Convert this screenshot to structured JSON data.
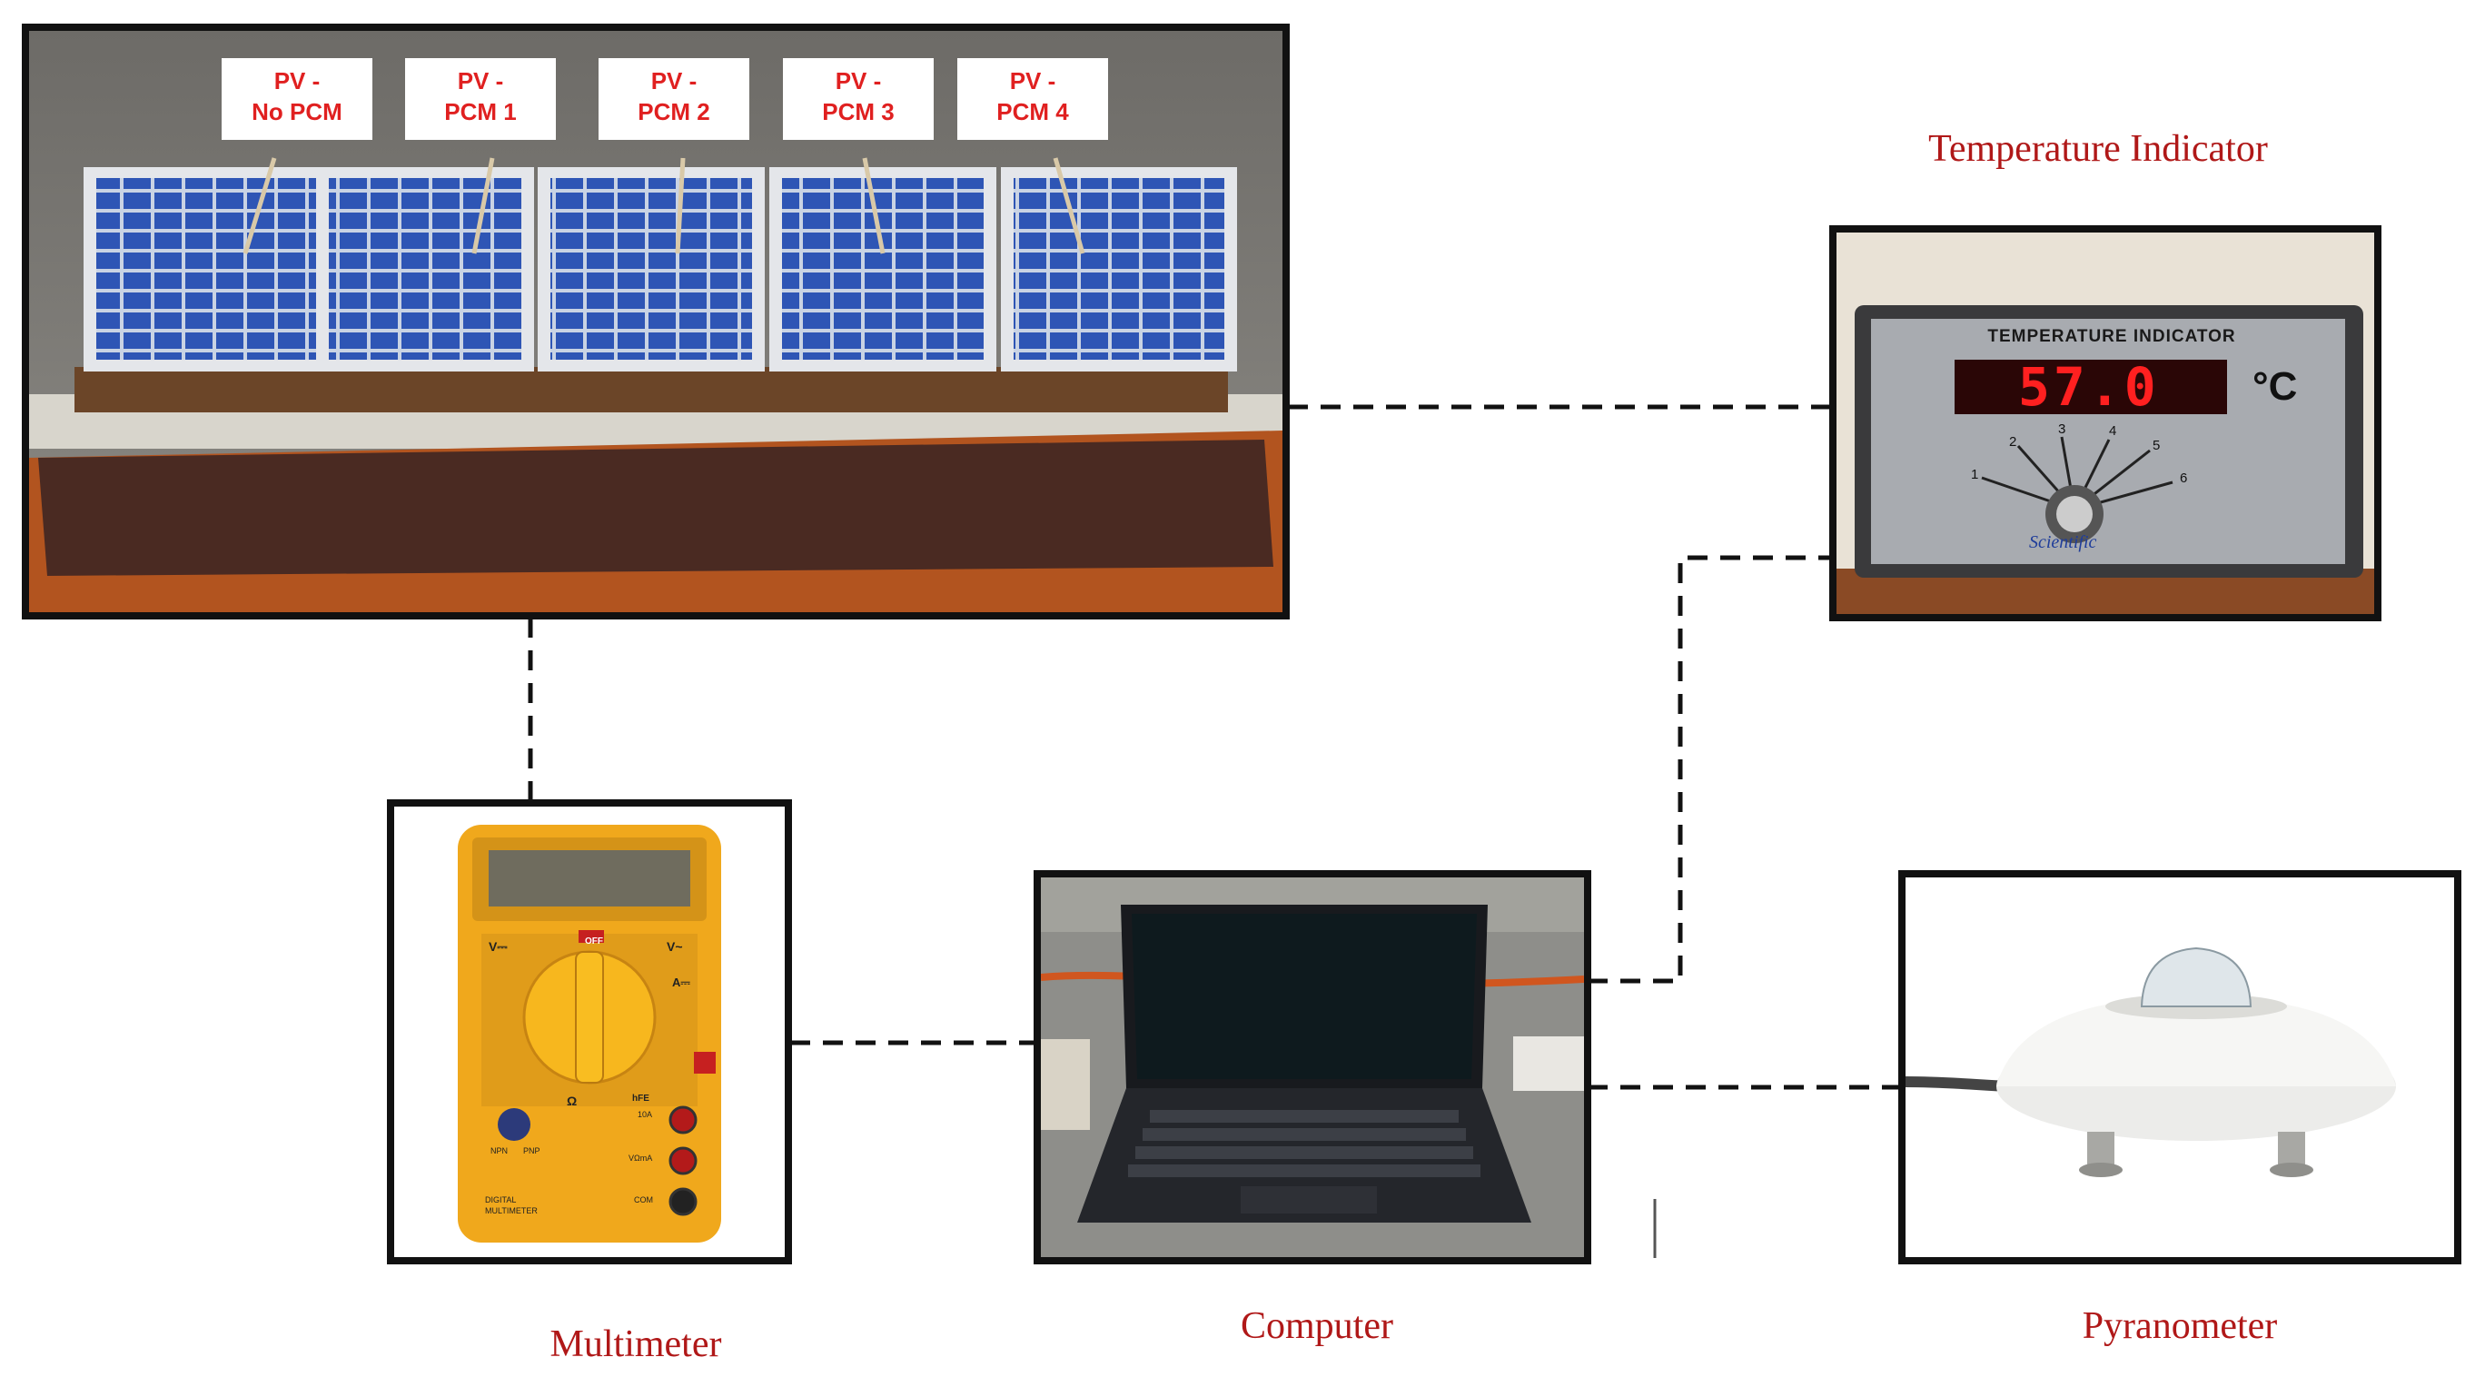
{
  "panels": [
    {
      "line1": "PV -",
      "line2": "No PCM"
    },
    {
      "line1": "PV -",
      "line2": "PCM 1"
    },
    {
      "line1": "PV -",
      "line2": "PCM 2"
    },
    {
      "line1": "PV -",
      "line2": "PCM 3"
    },
    {
      "line1": "PV -",
      "line2": "PCM 4"
    }
  ],
  "captions": {
    "temperature_indicator": "Temperature Indicator",
    "multimeter": "Multimeter",
    "computer": "Computer",
    "pyranometer": "Pyranometer"
  },
  "temperature_device": {
    "face_title": "TEMPERATURE INDICATOR",
    "reading": "57.0",
    "unit": "°C",
    "dial_numbers": [
      "1",
      "2",
      "3",
      "4",
      "5",
      "6"
    ],
    "brand": "Scientific"
  },
  "multimeter_device": {
    "off_label": "OFF",
    "volt_dc": "V⎓",
    "volt_ac": "V~",
    "amp": "A⎓",
    "ohm": "Ω",
    "hfe": "hFE",
    "npn": "NPN",
    "pnp": "PNP",
    "jack_10a": "10A",
    "jack_vma": "VΩmA",
    "jack_com": "COM",
    "model_line1": "DIGITAL",
    "model_line2": "MULTIMETER"
  },
  "colors": {
    "caption": "#b01818",
    "label_text": "#e02020",
    "frame": "#111111",
    "connector": "#111111"
  }
}
